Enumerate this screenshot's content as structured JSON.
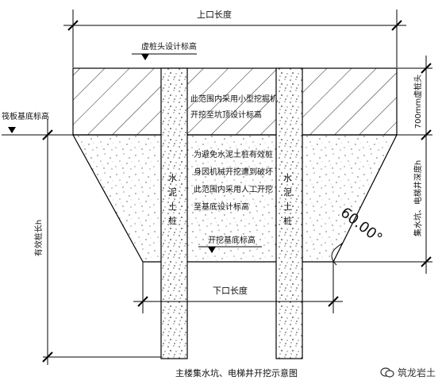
{
  "labels": {
    "top_length": "上口长度",
    "pile_head_elevation": "虚桩头设计标高",
    "raft_bottom_elevation": "筏板基底标高",
    "pile_head_height": "700mm虚桩头",
    "upper_zone_note": [
      "此范围内采用小型挖掘机",
      "开挖至坑顶设计标高"
    ],
    "middle_zone_note": [
      "为避免水泥土桩有效桩",
      "身因机械开挖遭到破坏",
      "此范围内采用人工开挖",
      "至基底设计标高"
    ],
    "pile_label": [
      "水",
      "泥",
      "土",
      "桩"
    ],
    "excavation_bottom_elevation": "开挖基底标高",
    "pit_depth": "集水坑、电梯井深度h",
    "effective_pile_length": "有效桩长h",
    "slope_ratio": "60.00°",
    "bottom_length": "下口长度",
    "caption": "主楼集水坑、电梯井开挖示意图",
    "watermark": "筑龙岩土"
  }
}
